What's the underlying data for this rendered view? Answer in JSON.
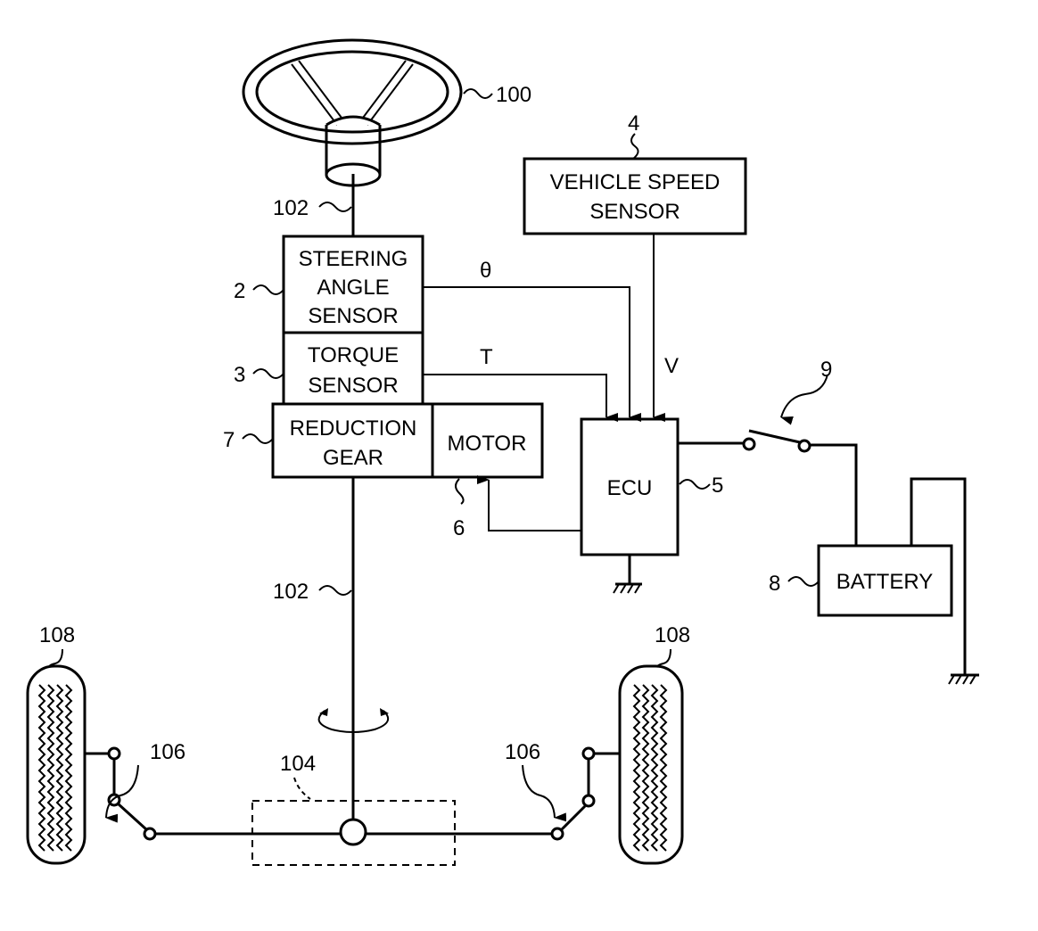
{
  "blocks": {
    "steering_angle_sensor": [
      "STEERING",
      "ANGLE",
      "SENSOR"
    ],
    "torque_sensor": [
      "TORQUE",
      "SENSOR"
    ],
    "reduction_gear": [
      "REDUCTION",
      "GEAR"
    ],
    "motor": "MOTOR",
    "vehicle_speed_sensor": [
      "VEHICLE SPEED",
      "SENSOR"
    ],
    "ecu": "ECU",
    "battery": "BATTERY"
  },
  "signals": {
    "theta": "θ",
    "torque": "T",
    "speed": "V"
  },
  "refs": {
    "steering_wheel": "100",
    "shaft_upper": "102",
    "shaft_lower": "102",
    "steering_angle_sensor": "2",
    "torque_sensor": "3",
    "vehicle_speed_sensor": "4",
    "ecu": "5",
    "motor": "6",
    "reduction_gear": "7",
    "battery": "8",
    "switch": "9",
    "rack": "104",
    "link_left": "106",
    "link_right": "106",
    "wheel_left": "108",
    "wheel_right": "108"
  }
}
